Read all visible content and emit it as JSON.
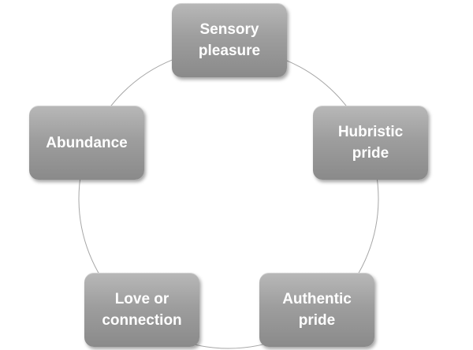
{
  "diagram": {
    "type": "cycle",
    "nodes": [
      {
        "id": "sensory",
        "line1": "Sensory",
        "line2": "pleasure"
      },
      {
        "id": "hubristic",
        "line1": "Hubristic",
        "line2": "pride"
      },
      {
        "id": "authentic",
        "line1": "Authentic",
        "line2": "pride"
      },
      {
        "id": "love",
        "line1": "Love or",
        "line2": "connection"
      },
      {
        "id": "abundance",
        "line1": "Abundance",
        "line2": ""
      }
    ],
    "colors": {
      "node_fill_top": "#b8b8b8",
      "node_fill_bottom": "#8a8a8a",
      "node_text": "#ffffff",
      "ring_stroke": "#a6a6a6"
    }
  }
}
